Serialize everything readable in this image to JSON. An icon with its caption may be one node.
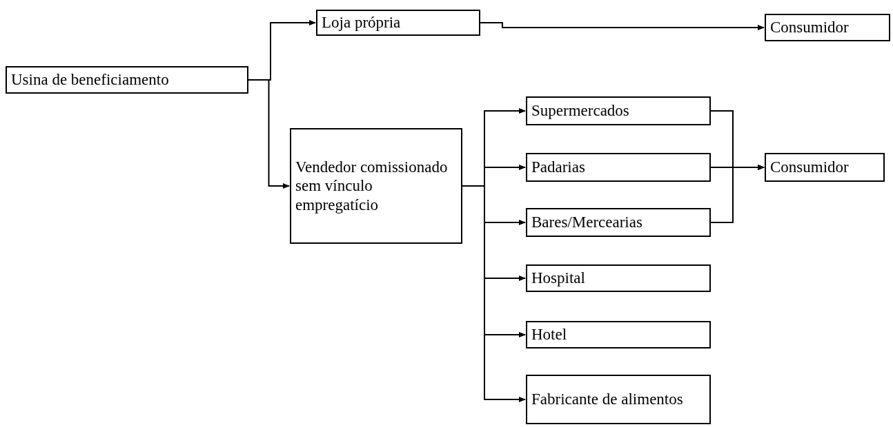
{
  "diagram": {
    "nodes": [
      {
        "text": [
          "Usina de beneficiamento"
        ]
      },
      {
        "text": [
          "Loja própria"
        ]
      },
      {
        "text": [
          "Consumidor"
        ]
      },
      {
        "text": [
          "Vendedor comissionado sem vínculo empregatício"
        ]
      },
      {
        "text": [
          "Supermercados"
        ]
      },
      {
        "text": [
          "Padarias"
        ]
      },
      {
        "text": [
          "Bares/Mercearias"
        ]
      },
      {
        "text": [
          "Hospital"
        ]
      },
      {
        "text": [
          "Hotel"
        ]
      },
      {
        "text": [
          "Fabricante de alimentos"
        ]
      },
      {
        "text": [
          "Consumidor"
        ]
      }
    ],
    "edges": [
      {
        "from": 0,
        "to": 1,
        "arrow": "to"
      },
      {
        "from": 0,
        "to": 3,
        "arrow": "to"
      },
      {
        "from": 1,
        "to": 2,
        "arrow": "to"
      },
      {
        "from": 3,
        "to": 4,
        "arrow": "to"
      },
      {
        "from": 3,
        "to": 5,
        "arrow": "to"
      },
      {
        "from": 3,
        "to": 6,
        "arrow": "to"
      },
      {
        "from": 3,
        "to": 7,
        "arrow": "to"
      },
      {
        "from": 3,
        "to": 8,
        "arrow": "to"
      },
      {
        "from": 3,
        "to": 9,
        "arrow": "to"
      },
      {
        "from": 4,
        "to": 10,
        "arrow": "to"
      },
      {
        "from": 5,
        "to": 10,
        "arrow": "to"
      },
      {
        "from": 6,
        "to": 10,
        "arrow": "to"
      }
    ]
  }
}
